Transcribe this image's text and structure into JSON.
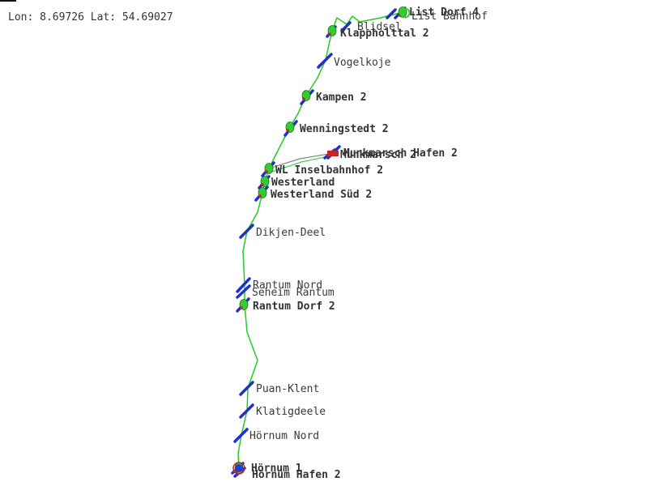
{
  "coords": {
    "lon_label": "Lon:",
    "lon": "8.69726",
    "lat_label": "Lat:",
    "lat": "54.69027"
  },
  "colors": {
    "track": "#22cc22",
    "platform": "#1f2fd0",
    "train": "#33cc33",
    "signal_red": "#cc2222",
    "link_gray": "#888888",
    "position_marker": "#1e3fd6"
  },
  "stations": [
    {
      "id": "list-dorf",
      "label": "List Dorf 4"
    },
    {
      "id": "list-bahnhof",
      "label": "List Bahnhof"
    },
    {
      "id": "blidsel",
      "label": "Blidsel"
    },
    {
      "id": "klappholttal",
      "label": "Klappholttal 2"
    },
    {
      "id": "vogelkoje",
      "label": "Vogelkoje"
    },
    {
      "id": "kampen",
      "label": "Kampen 2"
    },
    {
      "id": "wenningstedt",
      "label": "Wenningstedt 2"
    },
    {
      "id": "munkmarsch-hafen",
      "label": "Munkmarsch Hafen 2"
    },
    {
      "id": "munkmarsch",
      "label": "Munkmarsch 2"
    },
    {
      "id": "wl-inselbahnhof",
      "label": "WL Inselbahnhof 2"
    },
    {
      "id": "westerland",
      "label": "Westerland"
    },
    {
      "id": "westerland-sued",
      "label": "Westerland Süd 2"
    },
    {
      "id": "dikjen-deel",
      "label": "Dikjen-Deel"
    },
    {
      "id": "rantum-nord",
      "label": "Rantum Nord"
    },
    {
      "id": "seheim-rantum",
      "label": "Seheim Rantum"
    },
    {
      "id": "rantum-dorf",
      "label": "Rantum Dorf 2"
    },
    {
      "id": "puan-klent",
      "label": "Puan-Klent"
    },
    {
      "id": "klatigdeele",
      "label": "Klatigdeele"
    },
    {
      "id": "hoernum-nord",
      "label": "Hörnum Nord"
    },
    {
      "id": "hoernum",
      "label": "Hörnum 1"
    },
    {
      "id": "hoernum-hafen",
      "label": "Hörnum Hafen 2"
    }
  ]
}
